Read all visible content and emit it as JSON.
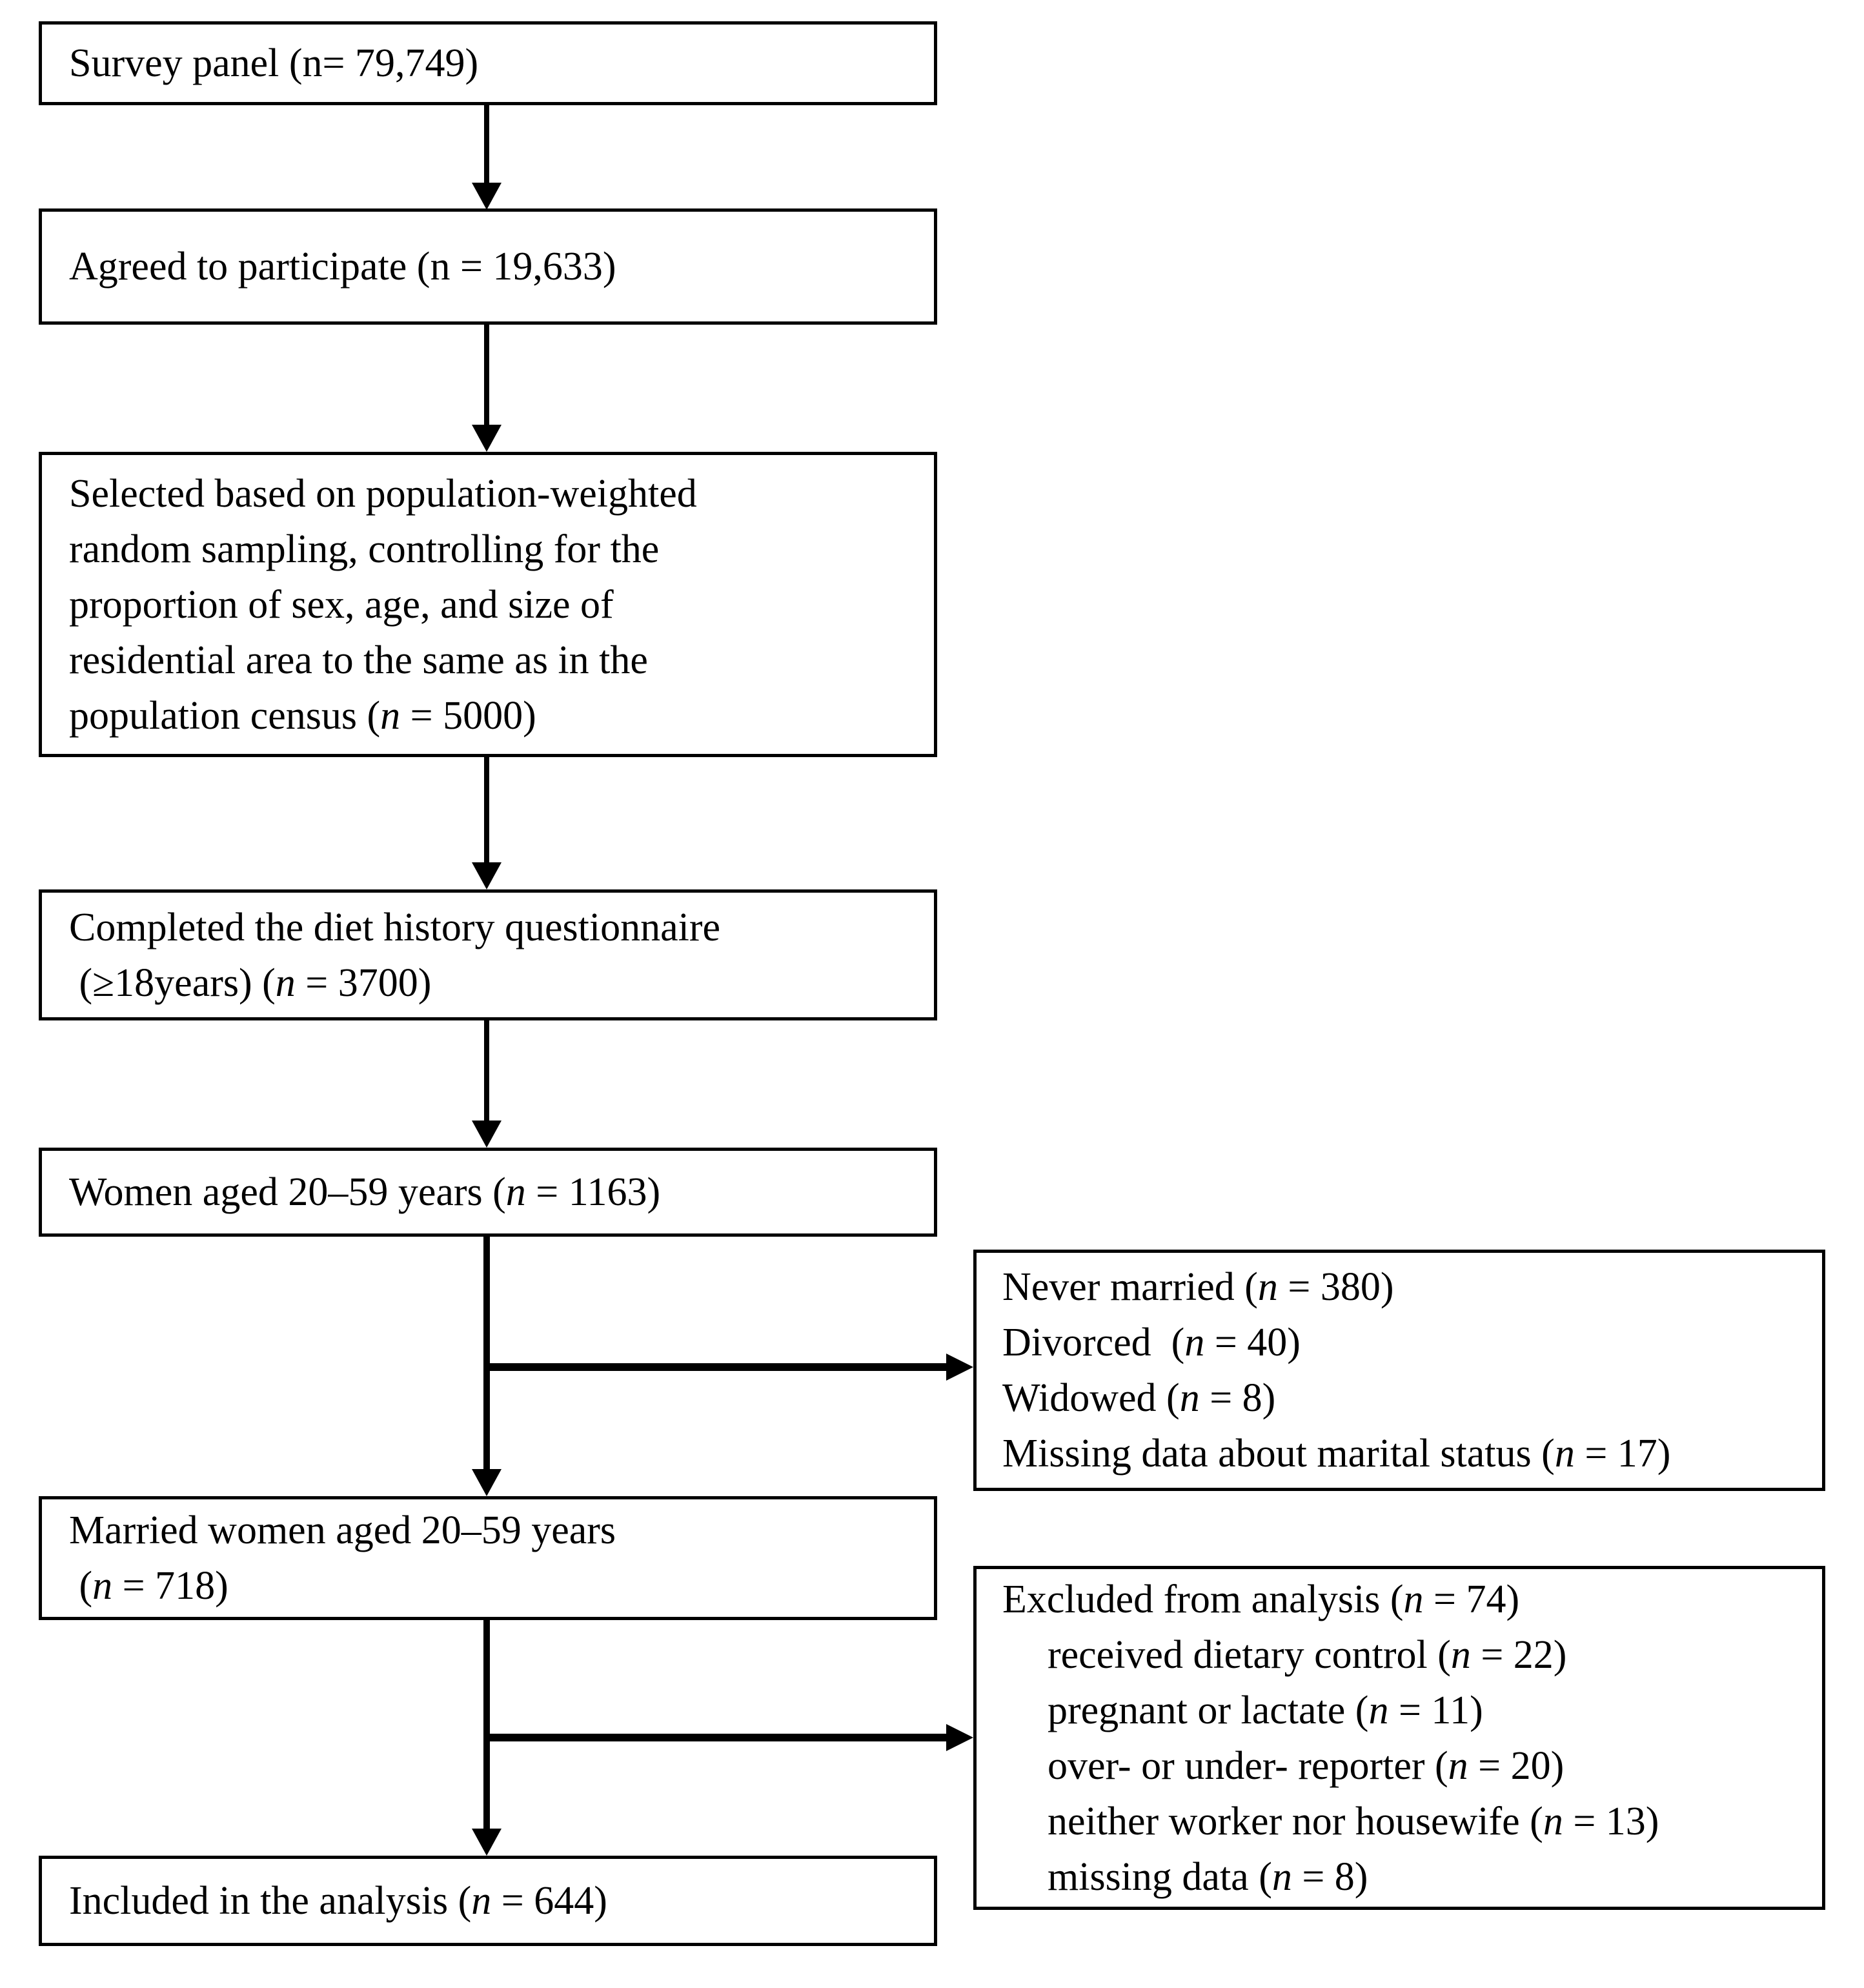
{
  "flow": {
    "boxes": {
      "survey": {
        "lines": [
          "Survey panel (n= 79,749)"
        ]
      },
      "agreed": {
        "lines": [
          "Agreed to participate (n = 19,633)"
        ]
      },
      "selected": {
        "lines": [
          "Selected based on population-weighted",
          "random sampling, controlling for the",
          "proportion of sex, age, and size of",
          "residential area to the same as in the",
          "population census (*n* = 5000)"
        ]
      },
      "completed": {
        "lines": [
          "Completed the diet history questionnaire",
          " (≥18years) (*n* = 3700)"
        ]
      },
      "women": {
        "lines": [
          "Women aged 20–59 years (*n* = 1163)"
        ]
      },
      "excluded_marital": {
        "lines": [
          "Never married (*n* = 380)",
          "Divorced  (*n* = 40)",
          "Widowed (*n* = 8)",
          "Missing data about marital status (*n* = 17)"
        ]
      },
      "married": {
        "lines": [
          "Married women aged 20–59 years",
          " (*n* = 718)"
        ]
      },
      "excluded_analysis": {
        "lines": [
          "Excluded from analysis (*n* = 74)",
          "received dietary control (*n* = 22)",
          "pregnant or lactate (*n* = 11)",
          "over- or under- reporter (*n* = 20)",
          "neither worker nor housewife (*n* = 13)",
          "missing data (*n* = 8)"
        ]
      },
      "included": {
        "lines": [
          "Included in the analysis (*n* = 644)"
        ]
      }
    }
  }
}
